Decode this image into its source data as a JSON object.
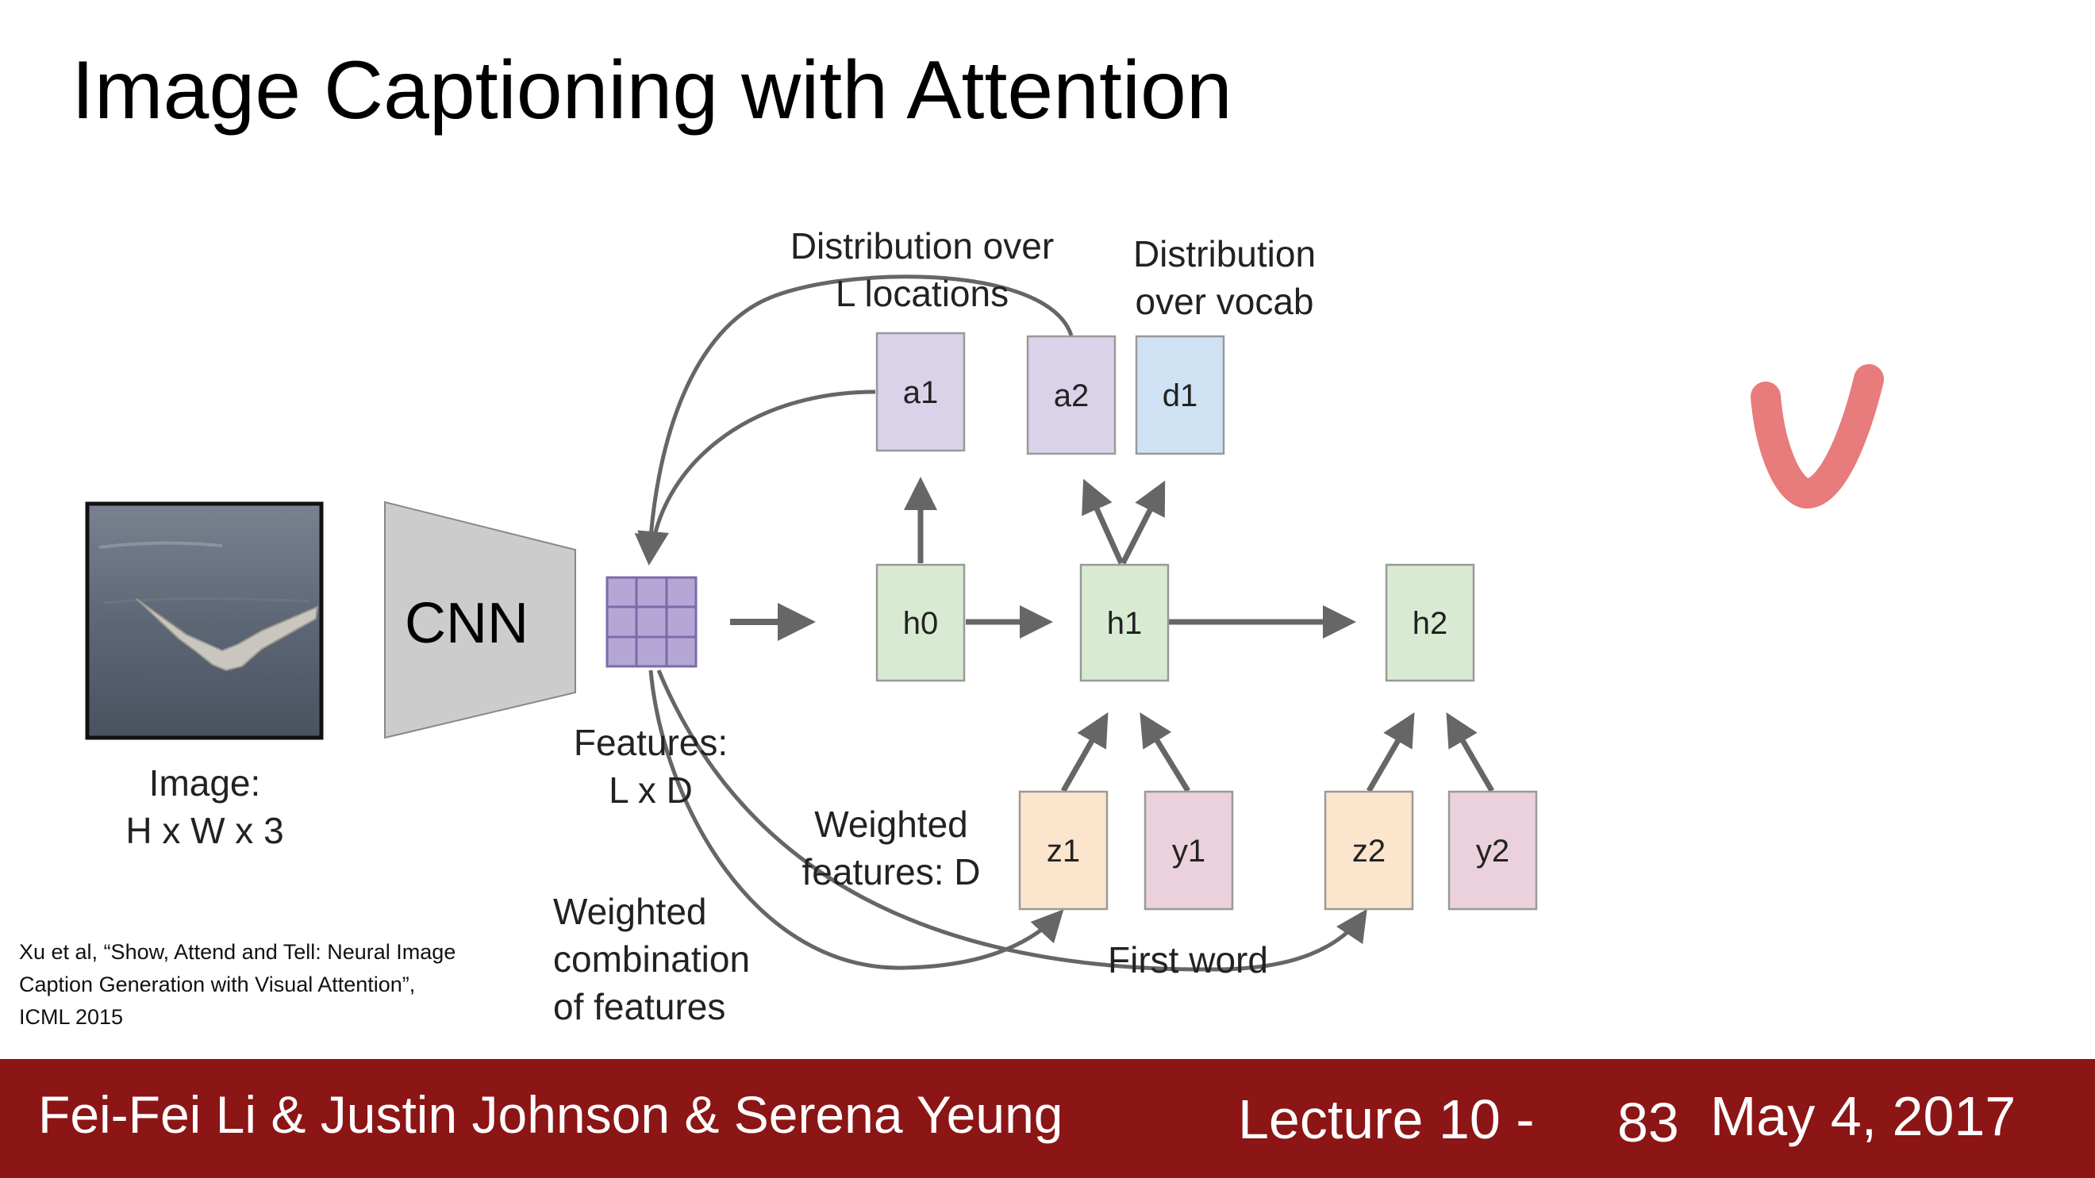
{
  "slide": {
    "title": "Image Captioning with Attention",
    "citation": "Xu et al, “Show, Attend and Tell: Neural Image Caption Generation with Visual Attention”, ICML 2015"
  },
  "diagram": {
    "image_label_line1": "Image:",
    "image_label_line2": "H x W x 3",
    "cnn_label": "CNN",
    "features_label_line1": "Features:",
    "features_label_line2": "L x D",
    "dist_locations_line1": "Distribution over",
    "dist_locations_line2": "L locations",
    "dist_vocab_line1": "Distribution",
    "dist_vocab_line2": "over vocab",
    "weighted_features_line1": "Weighted",
    "weighted_features_line2": "features: D",
    "weighted_comb_line1": "Weighted",
    "weighted_comb_line2": "combination",
    "weighted_comb_line3": "of features",
    "first_word": "First word",
    "nodes": {
      "a1": "a1",
      "a2": "a2",
      "d1": "d1",
      "h0": "h0",
      "h1": "h1",
      "h2": "h2",
      "z1": "z1",
      "y1": "y1",
      "z2": "z2",
      "y2": "y2"
    }
  },
  "footer": {
    "authors": "Fei-Fei Li & Justin Johnson & Serena Yeung",
    "lecture": "Lecture 10 -",
    "page": "83",
    "date": "May 4, 2017"
  },
  "colors": {
    "footer_bg": "#8c1515",
    "attention_node": "#d9d2e9",
    "vocab_node": "#cfe2f3",
    "hidden_node": "#d9ead3",
    "weighted_node": "#fce5cd",
    "word_node": "#ead1dc",
    "arrow": "#666666",
    "checkmark": "#e87b7b"
  }
}
